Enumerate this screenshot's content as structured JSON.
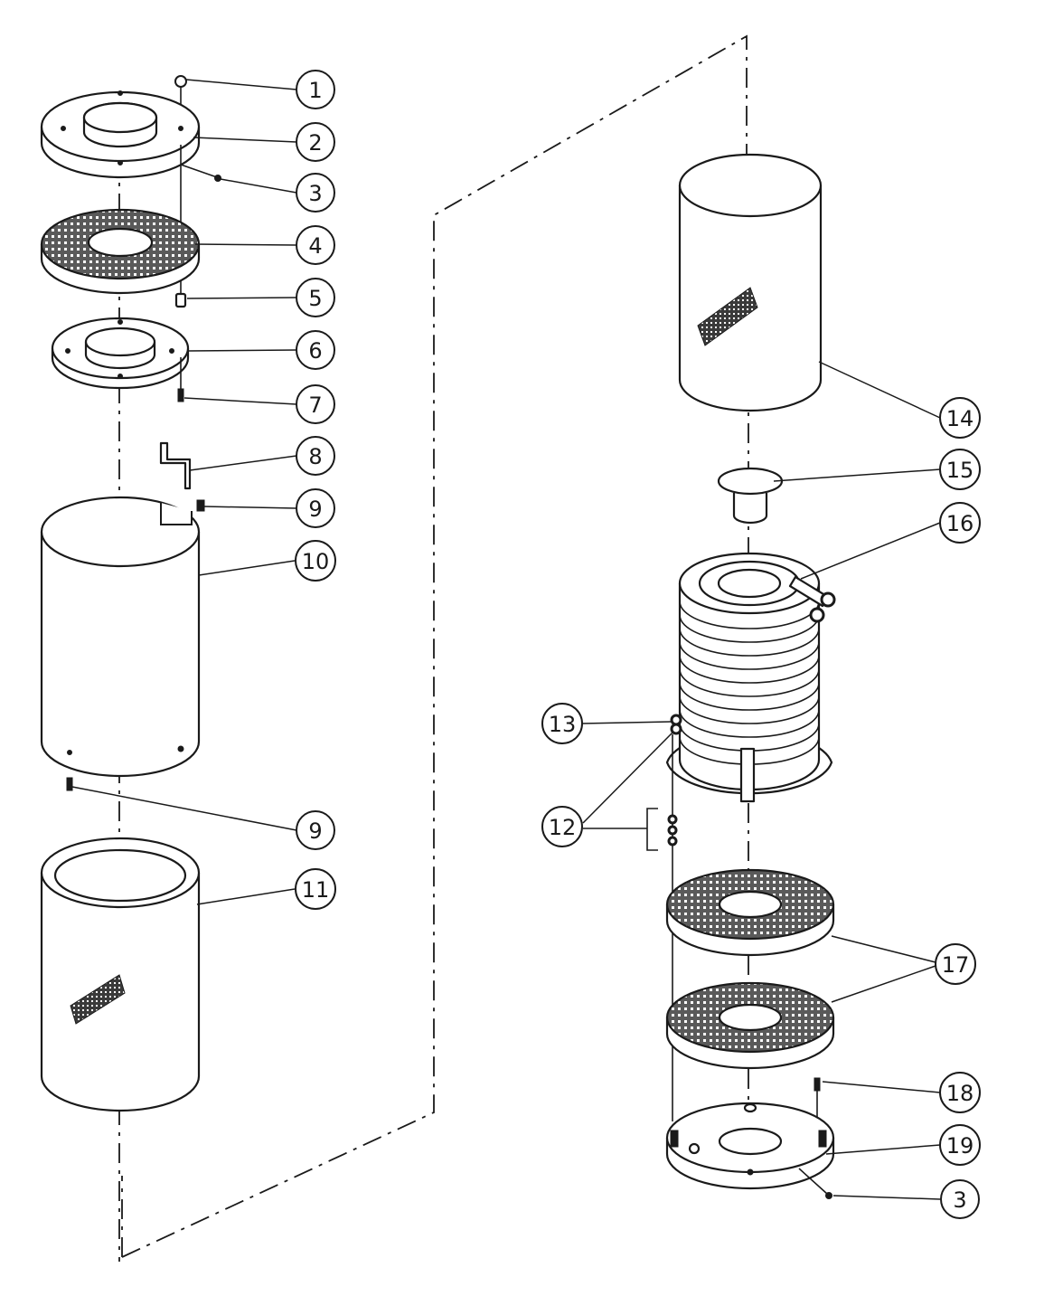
{
  "callouts": [
    {
      "id": "c1",
      "label": "1"
    },
    {
      "id": "c2",
      "label": "2"
    },
    {
      "id": "c3a",
      "label": "3"
    },
    {
      "id": "c4",
      "label": "4"
    },
    {
      "id": "c5",
      "label": "5"
    },
    {
      "id": "c6",
      "label": "6"
    },
    {
      "id": "c7",
      "label": "7"
    },
    {
      "id": "c8",
      "label": "8"
    },
    {
      "id": "c9a",
      "label": "9"
    },
    {
      "id": "c10",
      "label": "10"
    },
    {
      "id": "c9b",
      "label": "9"
    },
    {
      "id": "c11",
      "label": "11"
    },
    {
      "id": "c14",
      "label": "14"
    },
    {
      "id": "c15",
      "label": "15"
    },
    {
      "id": "c16",
      "label": "16"
    },
    {
      "id": "c13",
      "label": "13"
    },
    {
      "id": "c12",
      "label": "12"
    },
    {
      "id": "c17",
      "label": "17"
    },
    {
      "id": "c18",
      "label": "18"
    },
    {
      "id": "c19",
      "label": "19"
    },
    {
      "id": "c3b",
      "label": "3"
    }
  ]
}
